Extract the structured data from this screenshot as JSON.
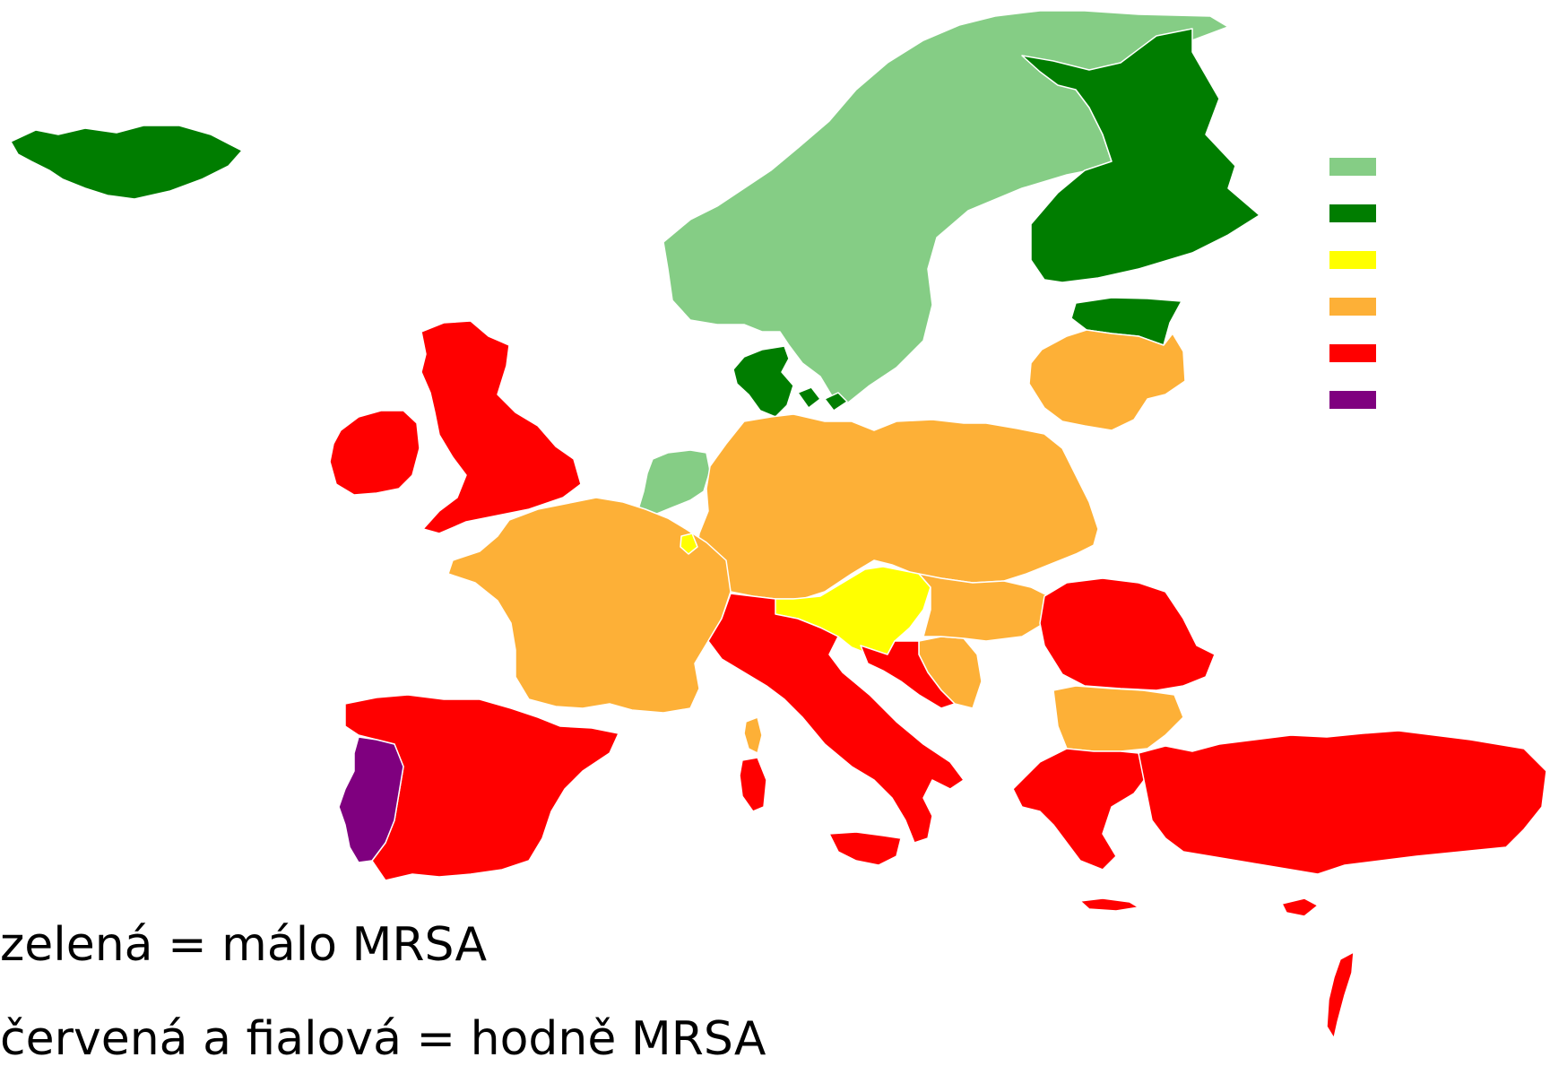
{
  "colors": {
    "light_green": "#85cd85",
    "dark_green": "#007d00",
    "yellow": "#ffff00",
    "orange": "#fdb037",
    "red": "#ff0000",
    "purple": "#7f007f"
  },
  "legend": [
    {
      "color": "#85cd85"
    },
    {
      "color": "#007d00"
    },
    {
      "color": "#ffff00"
    },
    {
      "color": "#fdb037"
    },
    {
      "color": "#ff0000"
    },
    {
      "color": "#7f007f"
    }
  ],
  "regions": [
    {
      "id": "iceland",
      "category": "dark_green"
    },
    {
      "id": "norway-sweden",
      "category": "light_green"
    },
    {
      "id": "finland",
      "category": "dark_green"
    },
    {
      "id": "estonia",
      "category": "dark_green"
    },
    {
      "id": "denmark",
      "category": "dark_green"
    },
    {
      "id": "baltics",
      "category": "orange"
    },
    {
      "id": "netherlands",
      "category": "light_green"
    },
    {
      "id": "uk",
      "category": "red"
    },
    {
      "id": "ireland",
      "category": "red"
    },
    {
      "id": "germany-poland-central",
      "category": "orange"
    },
    {
      "id": "france-belgium",
      "category": "orange"
    },
    {
      "id": "luxembourg",
      "category": "yellow"
    },
    {
      "id": "austria-slovenia",
      "category": "yellow"
    },
    {
      "id": "corsica",
      "category": "orange"
    },
    {
      "id": "bosnia",
      "category": "orange"
    },
    {
      "id": "bulgaria",
      "category": "orange"
    },
    {
      "id": "spain",
      "category": "red"
    },
    {
      "id": "portugal",
      "category": "purple"
    },
    {
      "id": "italy",
      "category": "red"
    },
    {
      "id": "sardinia",
      "category": "red"
    },
    {
      "id": "sicily",
      "category": "red"
    },
    {
      "id": "croatia",
      "category": "red"
    },
    {
      "id": "romania",
      "category": "red"
    },
    {
      "id": "greece",
      "category": "red"
    },
    {
      "id": "turkey",
      "category": "red"
    },
    {
      "id": "crete",
      "category": "red"
    },
    {
      "id": "cyprus",
      "category": "red"
    },
    {
      "id": "israel",
      "category": "red"
    }
  ],
  "captions": {
    "line1": "zelená = málo MRSA",
    "line2": "červená a fialová = hodně MRSA"
  }
}
